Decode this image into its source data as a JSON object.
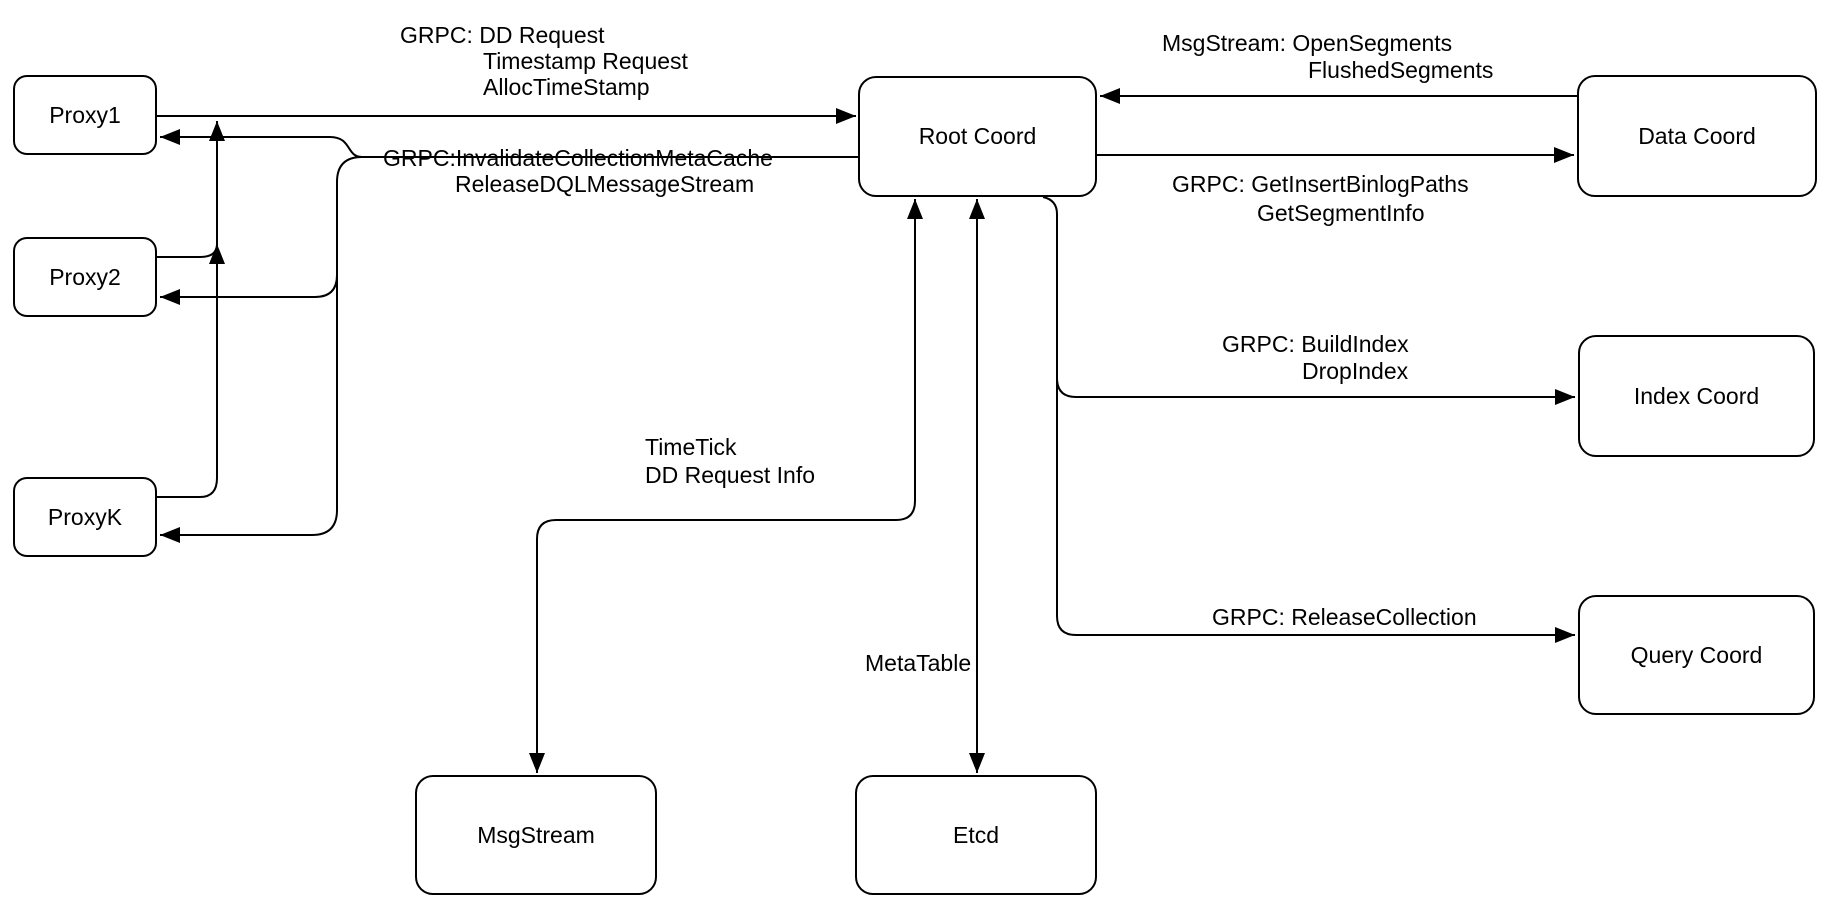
{
  "canvas": {
    "background_color": "#ffffff",
    "stroke_color": "#000000"
  },
  "nodes": {
    "proxy1": {
      "label": "Proxy1"
    },
    "proxy2": {
      "label": "Proxy2"
    },
    "proxyk": {
      "label": "ProxyK"
    },
    "root_coord": {
      "label": "Root Coord"
    },
    "data_coord": {
      "label": "Data Coord"
    },
    "index_coord": {
      "label": "Index Coord"
    },
    "query_coord": {
      "label": "Query Coord"
    },
    "msgstream": {
      "label": "MsgStream"
    },
    "etcd": {
      "label": "Etcd"
    }
  },
  "labels": {
    "dd_request": {
      "lines": [
        "GRPC: DD Request",
        "Timestamp Request",
        "AllocTimeStamp"
      ]
    },
    "invalidate": {
      "lines": [
        "GRPC:InvalidateCollectionMetaCache",
        "ReleaseDQLMessageStream"
      ]
    },
    "open_segments": {
      "lines": [
        "MsgStream: OpenSegments",
        "FlushedSegments"
      ]
    },
    "get_insert": {
      "lines": [
        "GRPC: GetInsertBinlogPaths",
        "GetSegmentInfo"
      ]
    },
    "build_index": {
      "lines": [
        "GRPC: BuildIndex",
        "DropIndex"
      ]
    },
    "release_collection": {
      "lines": [
        "GRPC: ReleaseCollection"
      ]
    },
    "time_tick": {
      "lines": [
        "TimeTick",
        "DD Request Info"
      ]
    },
    "meta_table": {
      "lines": [
        "MetaTable"
      ]
    }
  },
  "edges": [
    {
      "from": "Proxy1",
      "to": "Root Coord",
      "arrows": "end",
      "label": "dd_request"
    },
    {
      "from": "Proxy2",
      "to": "Root Coord",
      "arrows": "end",
      "label": "dd_request"
    },
    {
      "from": "ProxyK",
      "to": "Root Coord",
      "arrows": "end",
      "label": "dd_request"
    },
    {
      "from": "Root Coord",
      "to": "Proxy1",
      "arrows": "end",
      "label": "invalidate"
    },
    {
      "from": "Root Coord",
      "to": "Proxy2",
      "arrows": "end",
      "label": "invalidate"
    },
    {
      "from": "Root Coord",
      "to": "ProxyK",
      "arrows": "end",
      "label": "invalidate"
    },
    {
      "from": "Data Coord",
      "to": "Root Coord",
      "arrows": "end",
      "label": "open_segments"
    },
    {
      "from": "Root Coord",
      "to": "Data Coord",
      "arrows": "end",
      "label": "get_insert"
    },
    {
      "from": "Root Coord",
      "to": "Index Coord",
      "arrows": "end",
      "label": "build_index"
    },
    {
      "from": "Root Coord",
      "to": "Query Coord",
      "arrows": "end",
      "label": "release_collection"
    },
    {
      "from": "Root Coord",
      "to": "MsgStream",
      "arrows": "both",
      "label": "time_tick"
    },
    {
      "from": "Root Coord",
      "to": "Etcd",
      "arrows": "both",
      "label": "meta_table"
    }
  ]
}
